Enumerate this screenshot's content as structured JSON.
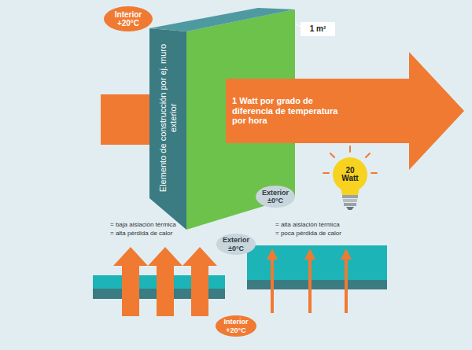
{
  "diagram": {
    "nodes": [
      {
        "text": [
          "Interior +20°C"
        ]
      },
      {
        "text": [
          "Elemento de construcción por ej. muro exterior"
        ]
      },
      {
        "text": [
          "1 m²"
        ]
      },
      {
        "text": [
          "1 Watt por grado de diferencia de temperatura por hora"
        ]
      },
      {
        "text": [
          "Exterior ±0°C"
        ]
      },
      {
        "text": [
          "20 Watt"
        ]
      },
      {
        "text": [
          "Exterior ±0°C"
        ]
      },
      {
        "text": [
          "Interior +20°C"
        ]
      }
    ],
    "labels": [
      "= baja aislación térmica",
      "= alta pérdida de calor",
      "= alta aislación térmica",
      "= poca pérdida de calor"
    ]
  }
}
